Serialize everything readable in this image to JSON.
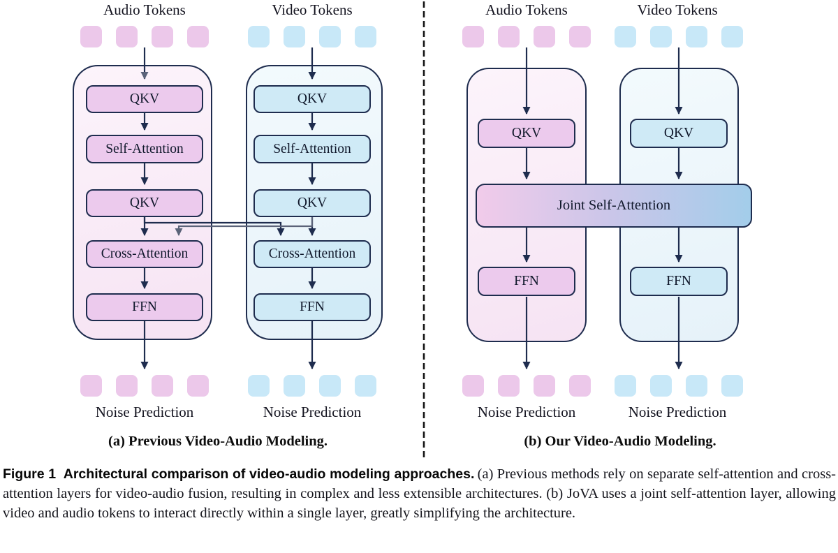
{
  "figure": {
    "panels": [
      {
        "id": "a",
        "caption": "(a) Previous Video-Audio Modeling.",
        "columns": [
          {
            "id": "audio",
            "title": "Audio Tokens",
            "token_count": 4,
            "token_color": "#ecc8ea",
            "blocks": [
              "QKV",
              "Self-Attention",
              "QKV",
              "Cross-Attention",
              "FFN"
            ],
            "output_label": "Noise Prediction"
          },
          {
            "id": "video",
            "title": "Video Tokens",
            "token_count": 4,
            "token_color": "#c8e8f8",
            "blocks": [
              "QKV",
              "Self-Attention",
              "QKV",
              "Cross-Attention",
              "FFN"
            ],
            "output_label": "Noise Prediction"
          }
        ],
        "cross_connections": [
          "audio QKV to video Cross-Attention",
          "video QKV to audio Cross-Attention"
        ]
      },
      {
        "id": "b",
        "caption": "(b) Our Video-Audio Modeling.",
        "columns": [
          {
            "id": "audio",
            "title": "Audio Tokens",
            "token_count": 4,
            "token_color": "#ecc8ea",
            "blocks": [
              "QKV",
              "FFN"
            ],
            "output_label": "Noise Prediction"
          },
          {
            "id": "video",
            "title": "Video Tokens",
            "token_count": 4,
            "token_color": "#c8e8f8",
            "blocks": [
              "QKV",
              "FFN"
            ],
            "output_label": "Noise Prediction"
          }
        ],
        "shared_block": "Joint Self-Attention"
      }
    ],
    "caption": {
      "heading": "Figure 1  Architectural comparison of video-audio modeling approaches.",
      "body": "(a) Previous methods rely on separate self-attention and cross-attention layers for video-audio fusion, resulting in complex and less extensible architectures. (b) JoVA uses a joint self-attention layer, allowing video and audio tokens to interact directly within a single layer, greatly simplifying the architecture."
    },
    "colors": {
      "outline_navy": "#1e2c4e",
      "gray_arrow": "#5b6379",
      "audio_block_fill": "#eccaed",
      "video_block_fill": "#cfeaf6",
      "audio_container_fill": "#f8ecf7",
      "video_container_fill": "#edf6fa",
      "joint_gradient_left": "#f1cbea",
      "joint_gradient_right": "#a3cdea"
    }
  }
}
